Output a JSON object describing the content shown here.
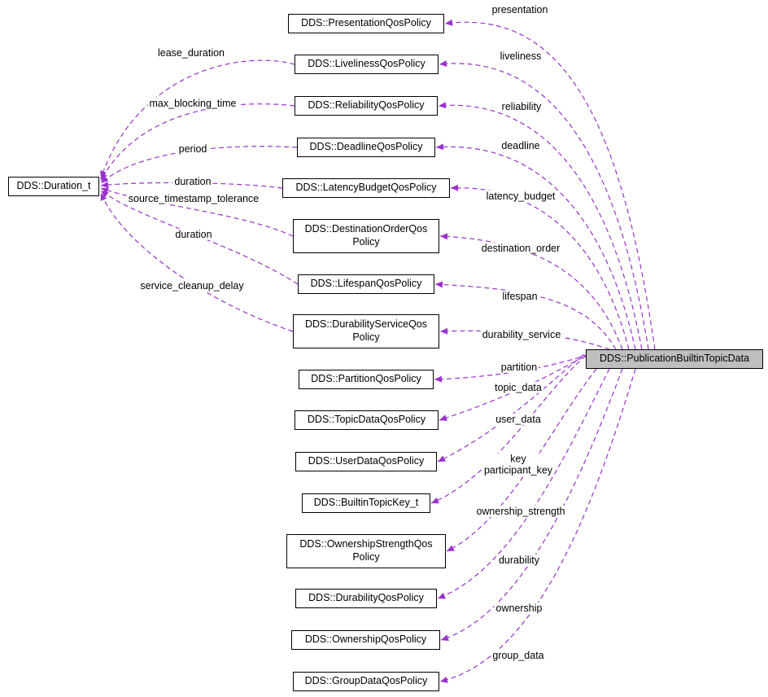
{
  "diagram": {
    "type": "doxygen-collaboration-graph",
    "arrow_color": "#9a32cd",
    "node_border_color": "#000000",
    "main_node_fill": "#bfbfbf",
    "main_node": "DDS::PublicationBuiltinTopicData",
    "duration_node": "DDS::Duration_t",
    "policies": [
      "DDS::PresentationQosPolicy",
      "DDS::LivelinessQosPolicy",
      "DDS::ReliabilityQosPolicy",
      "DDS::DeadlineQosPolicy",
      "DDS::LatencyBudgetQosPolicy",
      "DDS::DestinationOrderQos\nPolicy",
      "DDS::LifespanQosPolicy",
      "DDS::DurabilityServiceQos\nPolicy",
      "DDS::PartitionQosPolicy",
      "DDS::TopicDataQosPolicy",
      "DDS::UserDataQosPolicy",
      "DDS::BuiltinTopicKey_t",
      "DDS::OwnershipStrengthQos\nPolicy",
      "DDS::DurabilityQosPolicy",
      "DDS::OwnershipQosPolicy",
      "DDS::GroupDataQosPolicy"
    ],
    "member_labels": [
      "presentation",
      "liveliness",
      "reliability",
      "deadline",
      "latency_budget",
      "destination_order",
      "lifespan",
      "durability_service",
      "partition",
      "topic_data",
      "user_data",
      "key\nparticipant_key",
      "ownership_strength",
      "durability",
      "ownership",
      "group_data"
    ],
    "duration_member_labels": [
      "lease_duration",
      "max_blocking_time",
      "period",
      "duration",
      "source_timestamp_tolerance",
      "duration",
      "service_cleanup_delay"
    ]
  }
}
